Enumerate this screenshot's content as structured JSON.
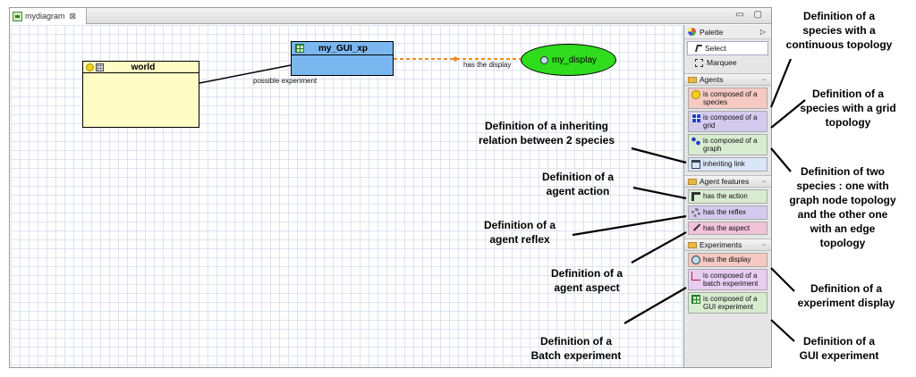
{
  "editor": {
    "tab_label": "mydiagram",
    "tab_close": "⊠",
    "window_buttons": "▭ ▢"
  },
  "diagram": {
    "world_name": "world",
    "gui_xp_name": "my_GUI_xp",
    "display_name": "my_display",
    "edge_possible_experiment": "possible experiment",
    "edge_has_display": "has the display"
  },
  "palette": {
    "title": "Palette",
    "select": "Select",
    "marquee": "Marquee",
    "agents_header": "Agents",
    "agents_items": [
      "is composed of a species",
      "is composed of a grid",
      "is composed of a graph",
      "inheriting link"
    ],
    "features_header": "Agent features",
    "features_items": [
      "has the action",
      "has the reflex",
      "has the aspect"
    ],
    "experiments_header": "Experiments",
    "experiments_items": [
      "has the display",
      "is composed of a batch experiment",
      "is composed of a GUI experiment"
    ]
  },
  "annotations": {
    "continuous": "Definition of a\nspecies with a\ncontinuous topology",
    "grid": "Definition of a\nspecies with a grid\ntopology",
    "graph": "Definition of two\nspecies : one with\ngraph node topology\nand the other one\nwith an edge\ntopology",
    "inherit": "Definition of a inheriting\nrelation between 2 species",
    "action": "Definition of a\nagent action",
    "reflex": "Definition of a\nagent reflex",
    "aspect": "Definition of a\nagent aspect",
    "display": "Definition of a\nexperiment display",
    "batch": "Definition of a\nBatch experiment",
    "gui": "Definition of a\nGUI experiment"
  },
  "colors": {
    "world_fill": "#fffdc5",
    "gui_fill": "#7ab7ef",
    "display_fill": "#2fdc1e",
    "display_edge": "#f08a1e"
  }
}
